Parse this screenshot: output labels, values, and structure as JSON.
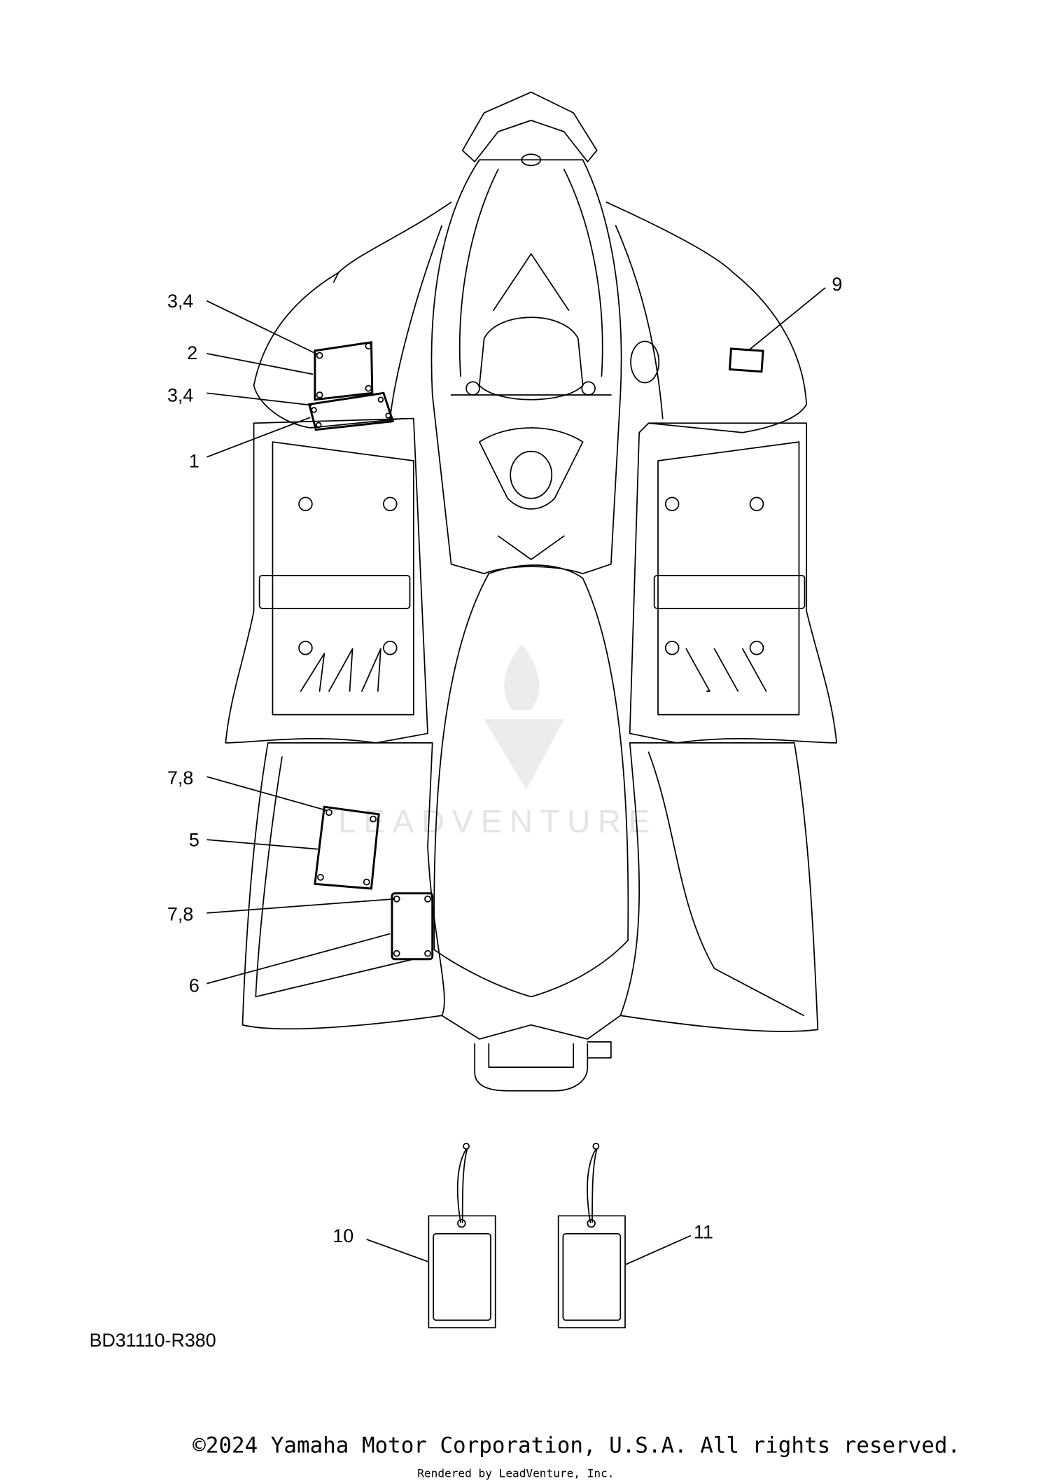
{
  "diagram": {
    "callouts": [
      "3,4",
      "2",
      "3,4",
      "1",
      "9",
      "7,8",
      "5",
      "7,8",
      "6",
      "10",
      "11"
    ],
    "diagram_code": "BD31110-R380"
  },
  "watermark": {
    "text": "LEADVENTURE"
  },
  "footer": {
    "copyright": "©2024 Yamaha Motor Corporation, U.S.A. All rights reserved.",
    "rendered_by": "Rendered by LeadVenture, Inc."
  }
}
